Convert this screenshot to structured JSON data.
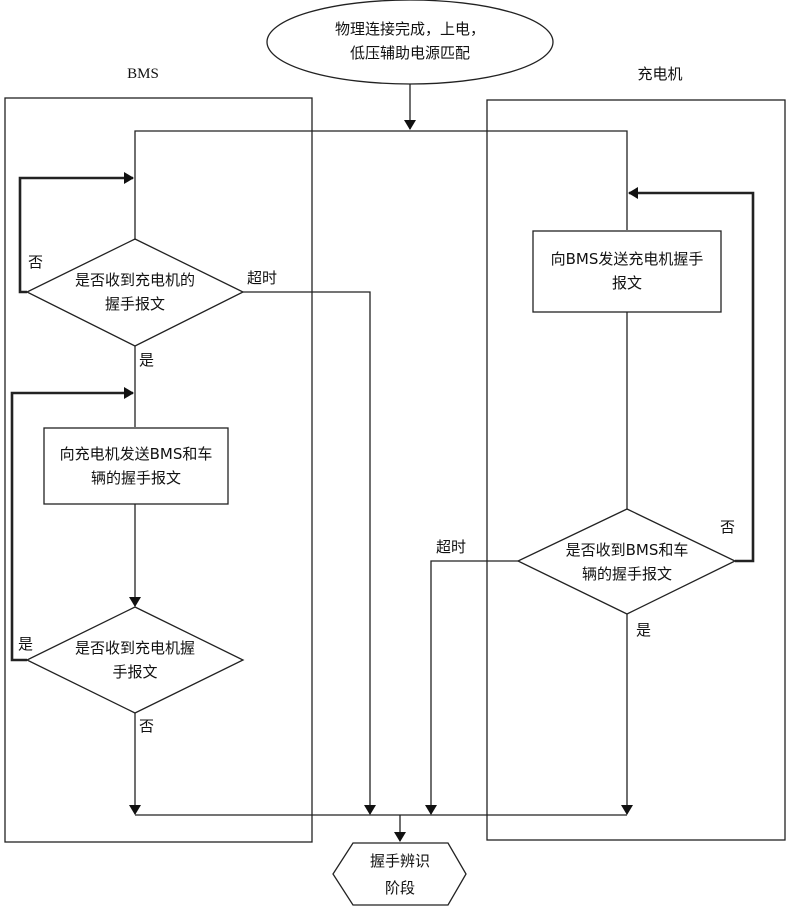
{
  "diagram": {
    "type": "swimlane-flowchart",
    "start": {
      "line1": "物理连接完成，上电，",
      "line2": "低压辅助电源匹配"
    },
    "lanes": {
      "bms": {
        "title": "BMS"
      },
      "charger": {
        "title": "充电机"
      }
    },
    "bms_nodes": {
      "decision1": {
        "line1": "是否收到充电机的",
        "line2": "握手报文"
      },
      "process1": {
        "line1": "向充电机发送BMS和车",
        "line2": "辆的握手报文"
      },
      "decision2": {
        "line1": "是否收到充电机握",
        "line2": "手报文"
      }
    },
    "charger_nodes": {
      "process1": {
        "line1": "向BMS发送充电机握手",
        "line2": "报文"
      },
      "decision1": {
        "line1": "是否收到BMS和车",
        "line2": "辆的握手报文"
      }
    },
    "end": {
      "line1": "握手辨识",
      "line2": "阶段"
    },
    "edge_labels": {
      "bms_d1_no": "否",
      "bms_d1_timeout": "超时",
      "bms_d1_yes": "是",
      "bms_d2_yes": "是",
      "bms_d2_no": "否",
      "chg_d1_no": "否",
      "chg_d1_timeout": "超时",
      "chg_d1_yes": "是"
    }
  }
}
